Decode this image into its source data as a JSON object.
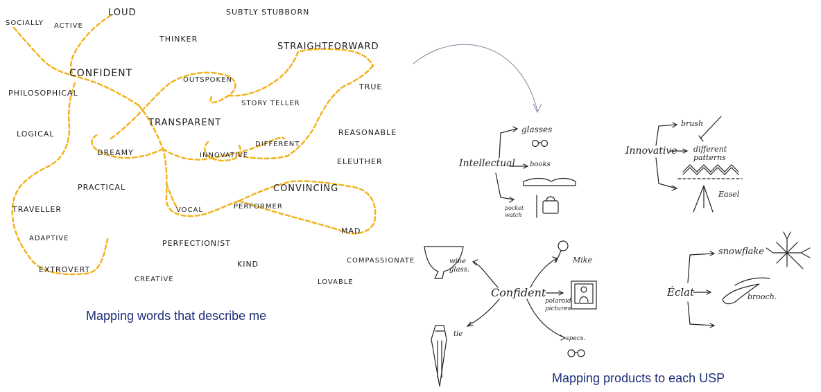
{
  "word_map": {
    "words": [
      "LOUD",
      "SUBTLY STUBBORN",
      "SOCIALLY",
      "ACTIVE",
      "THINKER",
      "STRAIGHTFORWARD",
      "CONFIDENT",
      "OUTSPOKEN",
      "TRUE",
      "PHILOSOPHICAL",
      "STORY TELLER",
      "TRANSPARENT",
      "REASONABLE",
      "LOGICAL",
      "DIFFERENT",
      "DREAMY",
      "INNOVATIVE",
      "ELEUTHER",
      "PRACTICAL",
      "CONVINCING",
      "TRAVELLER",
      "VOCAL",
      "PERFORMER",
      "MAD",
      "ADAPTIVE",
      "PERFECTIONIST",
      "COMPASSIONATE",
      "KIND",
      "EXTROVERT",
      "CREATIVE",
      "LOVABLE"
    ],
    "caption": "Mapping words that describe me"
  },
  "product_map": {
    "caption": "Mapping products to each USP",
    "intellectual": {
      "root": "Intellectual",
      "branches": [
        "glasses",
        "books",
        "pocket watch"
      ]
    },
    "innovative": {
      "root": "Innovative",
      "branches": [
        "brush",
        "different patterns",
        "Easel"
      ]
    },
    "confident": {
      "root": "Confident",
      "branches": [
        "wine glass.",
        "Mike",
        "polaroid pictures",
        "tie",
        "specs."
      ]
    },
    "eclat": {
      "root": "Éclat",
      "branches": [
        "snowflake",
        "brooch."
      ]
    }
  }
}
